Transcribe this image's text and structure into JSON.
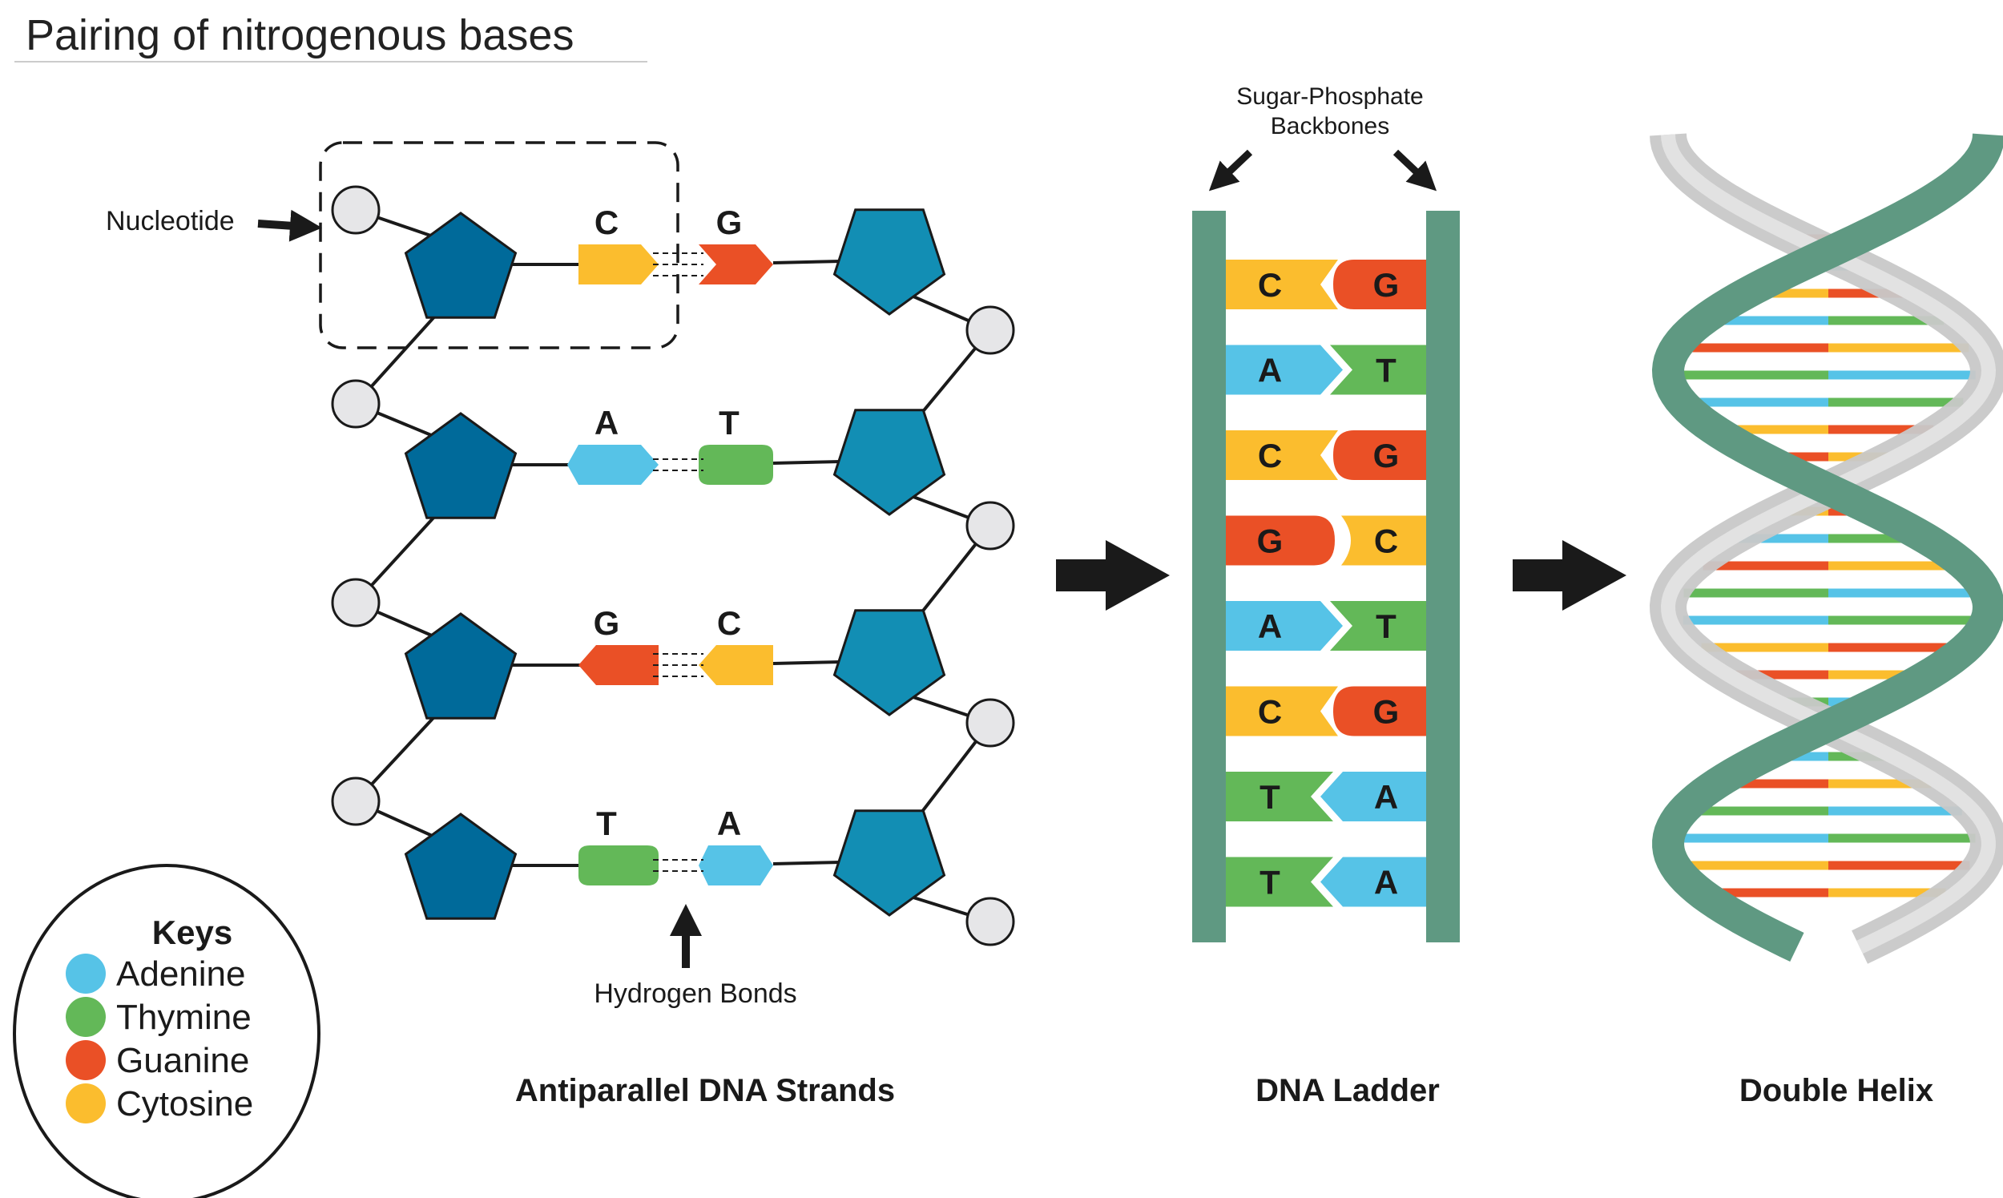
{
  "title": "Pairing of nitrogenous bases",
  "annotations": {
    "nucleotide": "Nucleotide",
    "hydrogen_bonds": "Hydrogen Bonds",
    "backbone_line1": "Sugar-Phosphate",
    "backbone_line2": "Backbones"
  },
  "captions": {
    "strands": "Antiparallel DNA Strands",
    "ladder": "DNA Ladder",
    "helix": "Double Helix"
  },
  "colors": {
    "adenine": "#56c3e7",
    "thymine": "#63b858",
    "guanine": "#ea5026",
    "cytosine": "#fbbd2e",
    "sugar_left": "#006a9a",
    "sugar_right": "#128eb4",
    "phosphate": "#e6e6e8",
    "backbone": "#5f9982",
    "helix_gray": "#c8c8c8",
    "arrow": "#1a1a1a"
  },
  "strand_pairs": [
    {
      "left": "C",
      "right": "G"
    },
    {
      "left": "A",
      "right": "T"
    },
    {
      "left": "G",
      "right": "C"
    },
    {
      "left": "T",
      "right": "A"
    }
  ],
  "ladder_pairs": [
    {
      "left": "C",
      "right": "G"
    },
    {
      "left": "A",
      "right": "T"
    },
    {
      "left": "C",
      "right": "G"
    },
    {
      "left": "G",
      "right": "C"
    },
    {
      "left": "A",
      "right": "T"
    },
    {
      "left": "C",
      "right": "G"
    },
    {
      "left": "T",
      "right": "A"
    },
    {
      "left": "T",
      "right": "A"
    }
  ],
  "keys": {
    "title": "Keys",
    "items": [
      {
        "label": "Adenine",
        "color": "#56c3e7"
      },
      {
        "label": "Thymine",
        "color": "#63b858"
      },
      {
        "label": "Guanine",
        "color": "#ea5026"
      },
      {
        "label": "Cytosine",
        "color": "#fbbd2e"
      }
    ]
  }
}
